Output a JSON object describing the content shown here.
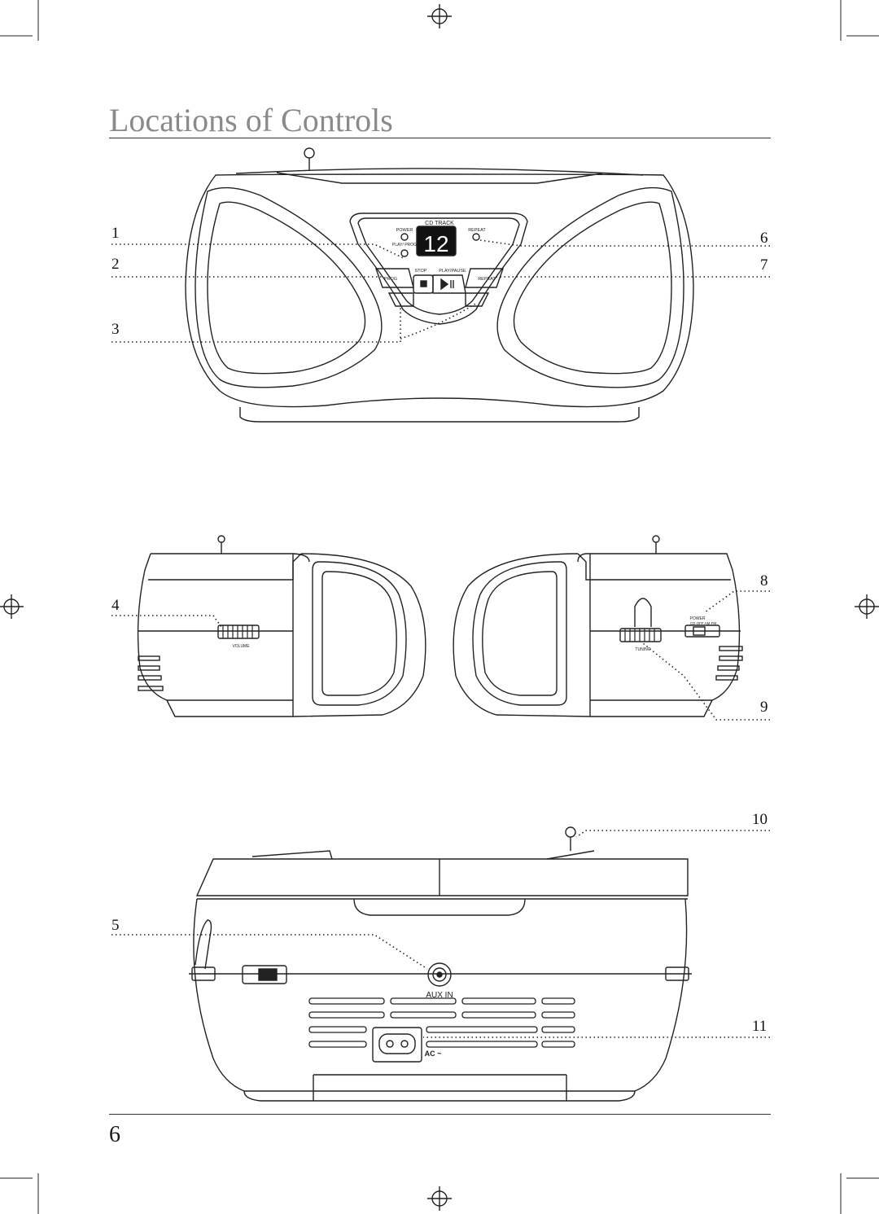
{
  "page": {
    "title": "Locations of Controls",
    "page_number": "6"
  },
  "callouts": [
    "1",
    "2",
    "3",
    "4",
    "5",
    "6",
    "7",
    "8",
    "9",
    "10",
    "11"
  ],
  "front_panel": {
    "display_caption": "CD TRACK",
    "display_value": "12",
    "power": "POWER",
    "repeat_led": "REPEAT",
    "play_prog": "PLAY/\nPROG",
    "stop": "STOP",
    "play_pause": "PLAY/PAUSE",
    "prog_button": "PROG",
    "repeat_button": "REPEAT"
  },
  "side_panel": {
    "volume": "VOLUME",
    "tuning": "TUNING",
    "power_switch": "POWER",
    "switch_positions": "CD  OFF  AM  FM"
  },
  "rear_panel": {
    "aux_in": "AUX IN",
    "ac": "AC ~"
  }
}
